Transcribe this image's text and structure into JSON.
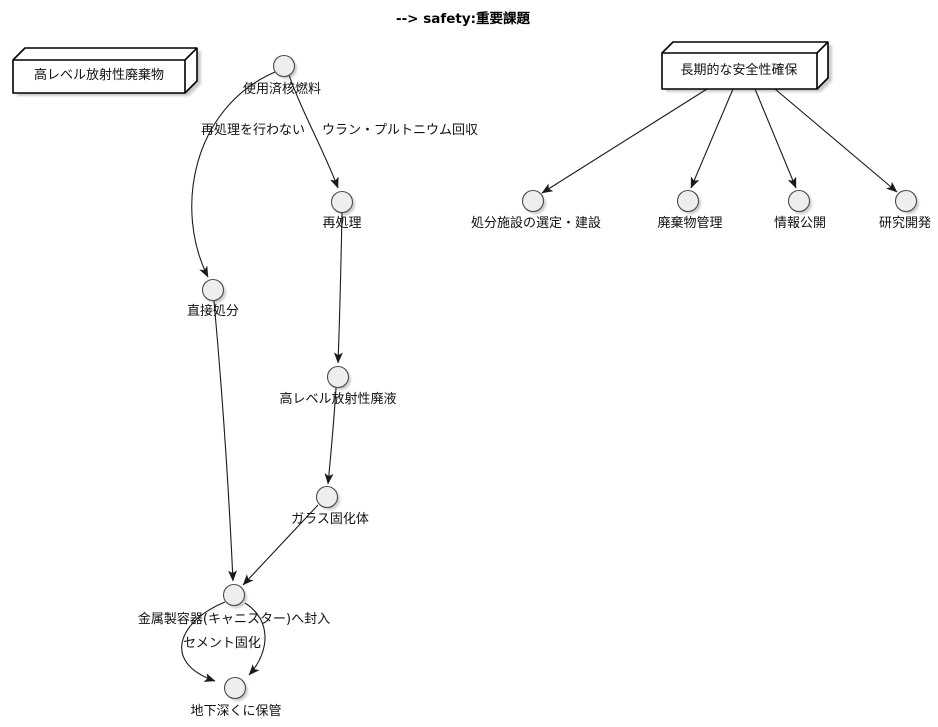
{
  "title": "--> safety:重要課題",
  "diagram": {
    "boxes": [
      {
        "id": "hlw-box",
        "label": "高レベル放射性廃棄物"
      },
      {
        "id": "safety-box",
        "label": "長期的な安全性確保"
      }
    ],
    "nodes": [
      {
        "id": "spent-fuel",
        "label": "使用済核燃料"
      },
      {
        "id": "reprocessing",
        "label": "再処理"
      },
      {
        "id": "direct-disposal",
        "label": "直接処分"
      },
      {
        "id": "hl-liquid-waste",
        "label": "高レベル放射性廃液"
      },
      {
        "id": "vitrified-body",
        "label": "ガラス固化体"
      },
      {
        "id": "canister",
        "label": "金属製容器(キャニスター)へ封入"
      },
      {
        "id": "underground-storage",
        "label": "地下深くに保管"
      },
      {
        "id": "site-selection",
        "label": "処分施設の選定・建設"
      },
      {
        "id": "waste-management",
        "label": "廃棄物管理"
      },
      {
        "id": "information-disclosure",
        "label": "情報公開"
      },
      {
        "id": "research-development",
        "label": "研究開発"
      }
    ],
    "edge_labels": [
      {
        "label": "再処理を行わない"
      },
      {
        "label": "ウラン・プルトニウム回収"
      },
      {
        "label": "セメント固化"
      }
    ],
    "colors": {
      "node_fill": "#eeeeee",
      "node_stroke": "#4a4a4a",
      "edge": "#1a1a1a",
      "box_fill": "#ffffff",
      "box_stroke": "#000000",
      "shadow": "#8c8c8c"
    }
  }
}
